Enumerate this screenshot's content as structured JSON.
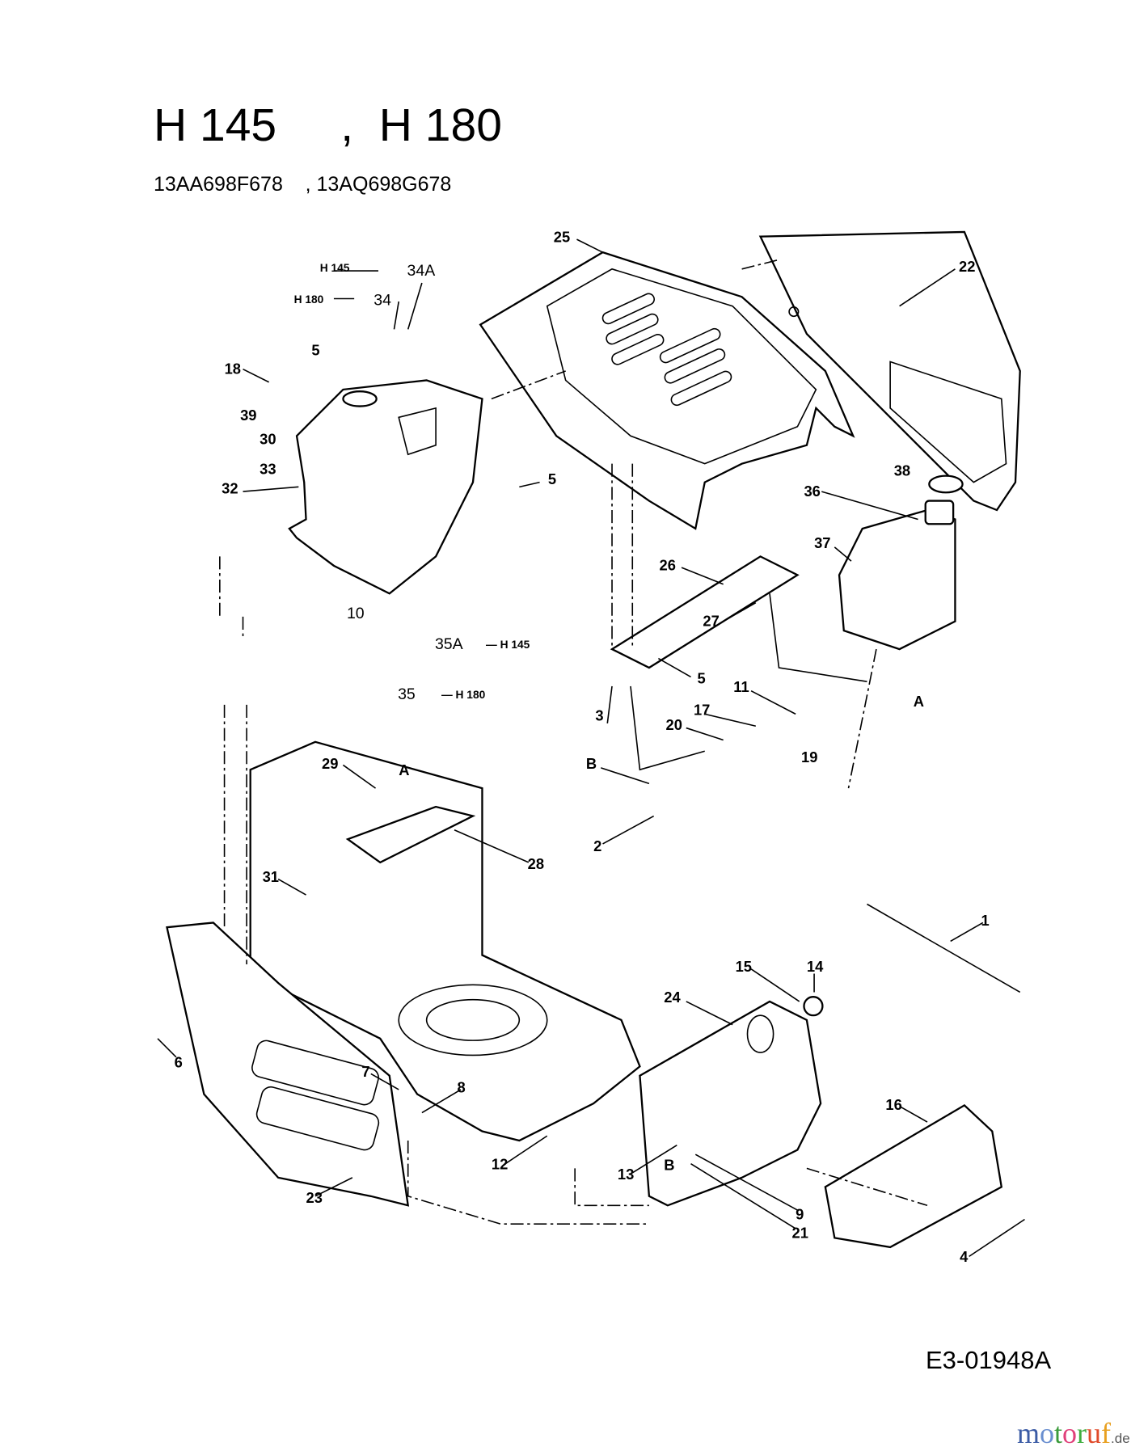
{
  "header": {
    "title": "H 145     ,  H 180",
    "subtitle": "13AA698F678    , 13AQ698G678"
  },
  "drawing_code": "E3-01948A",
  "watermark": {
    "name": "motoruf",
    "suffix": ".de",
    "colors": [
      "#3b5ba5",
      "#6a8fd0",
      "#3b9b3b",
      "#e0407a",
      "#3fae3f",
      "#e04a2a",
      "#e8a020"
    ]
  },
  "model_notes": {
    "h145": "H 145",
    "h180": "H 180"
  },
  "callouts": [
    "25",
    "34A",
    "22",
    "34",
    "5",
    "18",
    "39",
    "30",
    "33",
    "32",
    "5",
    "38",
    "36",
    "37",
    "26",
    "10",
    "27",
    "35A",
    "5",
    "11",
    "A",
    "35",
    "17",
    "3",
    "20",
    "19",
    "B",
    "29",
    "A",
    "2",
    "28",
    "31",
    "1",
    "15",
    "14",
    "24",
    "6",
    "7",
    "8",
    "16",
    "12",
    "13",
    "B",
    "23",
    "9",
    "21",
    "4"
  ]
}
